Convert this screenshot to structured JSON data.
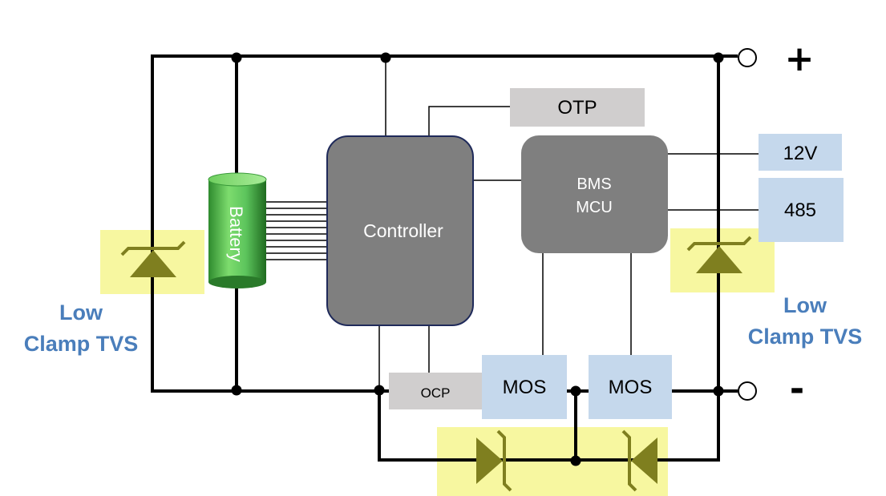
{
  "blocks": {
    "otp": "OTP",
    "v12": "12V",
    "rs485": "485",
    "bms_line1": "BMS",
    "bms_line2": "MCU",
    "controller": "Controller",
    "battery": "Battery",
    "ocp": "OCP",
    "mos_left": "MOS",
    "mos_right": "MOS"
  },
  "terminals": {
    "positive": "+",
    "negative": "-"
  },
  "tvs_left": {
    "line1": "Low",
    "line2": "Clamp TVS"
  },
  "tvs_right": {
    "line1": "Low",
    "line2": "Clamp TVS"
  },
  "colors": {
    "highlight": "#f7f7a0",
    "diode": "#7f7f1f",
    "module_gray": "#7f7f7f",
    "label_gray": "#d0cece",
    "light_blue": "#c5d8ec",
    "tvs_text": "#4a7ebb",
    "battery_green": "#5cc45c"
  }
}
